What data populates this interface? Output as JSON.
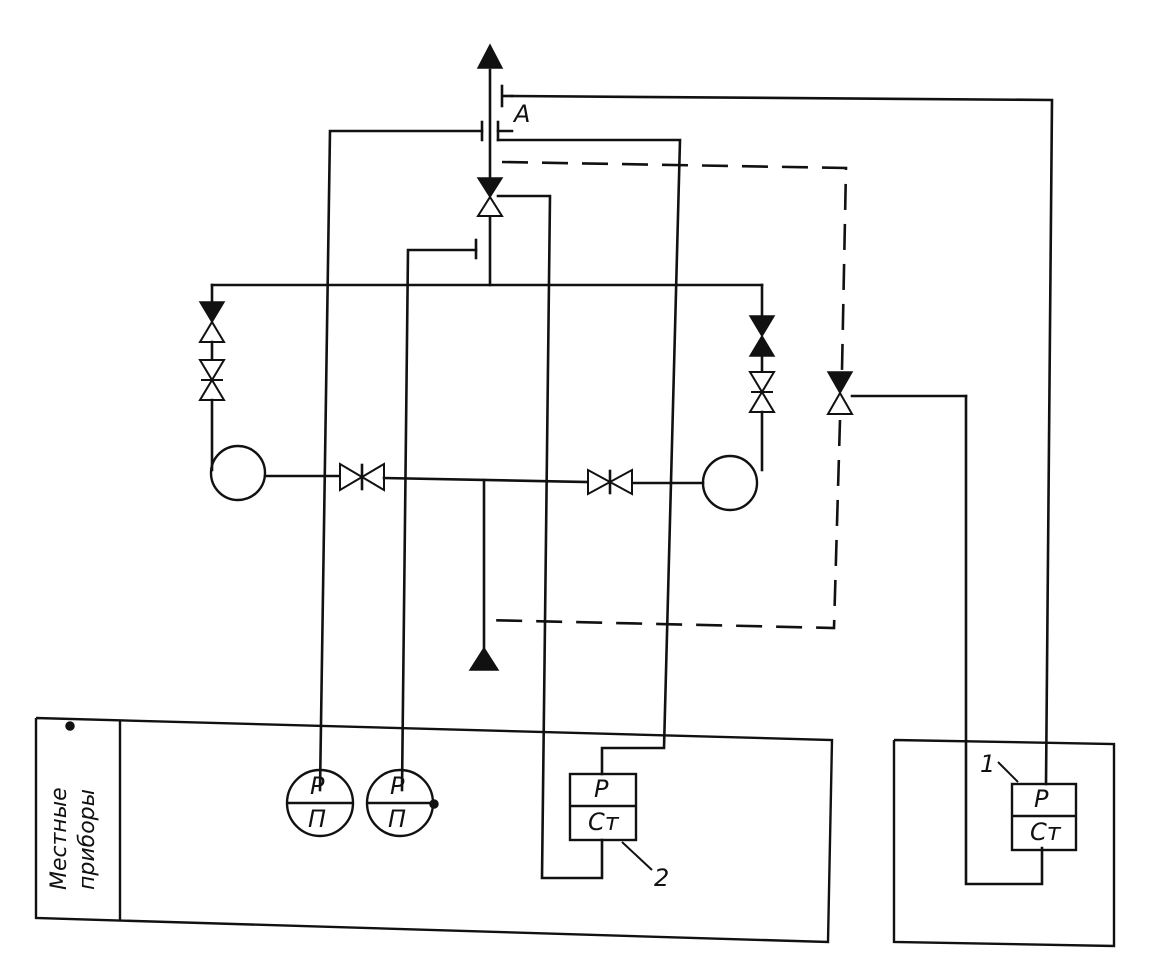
{
  "labels": {
    "point_a": "A",
    "panel_local_line1": "Местные",
    "panel_local_line2": "приборы",
    "gauge1_top": "P",
    "gauge1_bottom": "П",
    "gauge2_top": "P",
    "gauge2_bottom": "П",
    "device2_top": "P",
    "device2_bottom": "Cт",
    "device1_top": "P",
    "device1_bottom": "Cт",
    "callout_1": "1",
    "callout_2": "2"
  }
}
